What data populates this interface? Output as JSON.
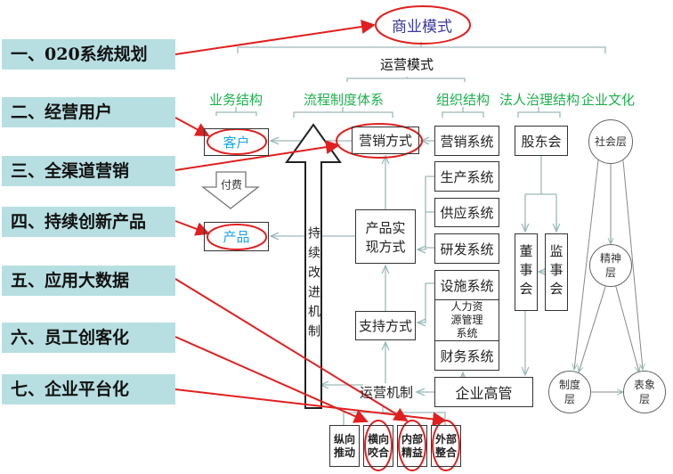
{
  "labels": [
    "一、020系统规划",
    "二、经营用户",
    "三、全渠道营销",
    "四、持续创新产品",
    "五、应用大数据",
    "六、员工创客化",
    "七、企业平台化"
  ],
  "top": {
    "business_model": "商业模式",
    "operating_model": "运营模式"
  },
  "headers": {
    "business": "业务结构",
    "process": "流程制度体系",
    "org": "组织结构",
    "governance": "法人治理结构",
    "culture": "企业文化"
  },
  "business": {
    "customer": "客户",
    "pay": "付费",
    "product": "产品"
  },
  "process": {
    "marketing_method": "营销方式",
    "product_method": "产品实现方式",
    "support_method": "支持方式",
    "mechanism": "运营机制",
    "improve": "持续改进机制"
  },
  "org": {
    "systems": [
      "营销系统",
      "生产系统",
      "供应系统",
      "研发系统",
      "设施系统",
      "人力资源管理系统",
      "财务系统"
    ],
    "executives": "企业高管"
  },
  "governance": {
    "shareholders": "股东会",
    "board": "董事会",
    "supervisors": "监事会"
  },
  "culture": {
    "social": "社会层",
    "spirit": "精神层",
    "institution": "制度层",
    "appearance": "表象层"
  },
  "bottom": [
    "纵向推动",
    "横向咬合",
    "内部精益",
    "外部整合"
  ],
  "colors": {
    "label_bg": "#b7dfe2",
    "header": "#1bb14b",
    "highlight": "#e02020",
    "customer": "#1aa7e0",
    "title": "#3a3aa0"
  }
}
